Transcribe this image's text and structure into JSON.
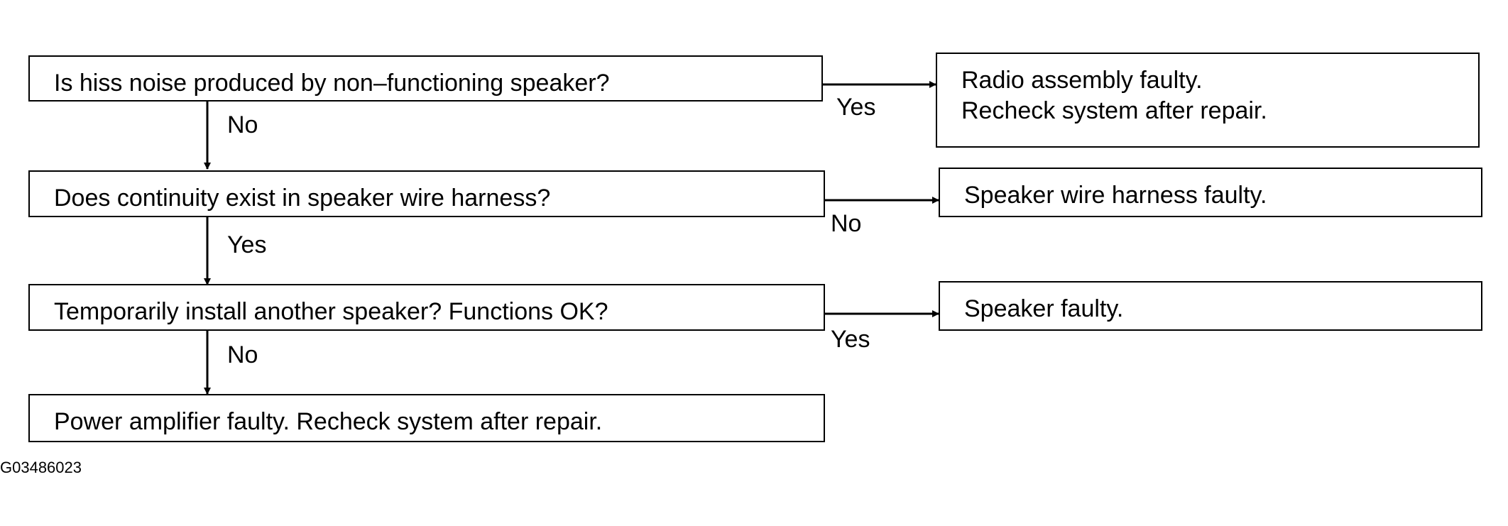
{
  "questions": [
    {
      "text": "Is hiss noise produced by non–functioning speaker?"
    },
    {
      "text": "Does continuity exist in speaker wire harness?"
    },
    {
      "text": "Temporarily install another speaker? Functions OK?"
    },
    {
      "text": "Power amplifier faulty. Recheck system after repair."
    }
  ],
  "results": [
    {
      "lines": [
        "Radio assembly faulty.",
        "Recheck system after repair."
      ]
    },
    {
      "lines": [
        "Speaker wire harness faulty."
      ]
    },
    {
      "lines": [
        "Speaker faulty."
      ]
    }
  ],
  "branch_labels": {
    "q1_down": "No",
    "q1_right": "Yes",
    "q2_down": "Yes",
    "q2_right": "No",
    "q3_down": "No",
    "q3_right": "Yes"
  },
  "figure_id": "G03486023",
  "colors": {
    "line": "#000000",
    "background": "#ffffff"
  }
}
